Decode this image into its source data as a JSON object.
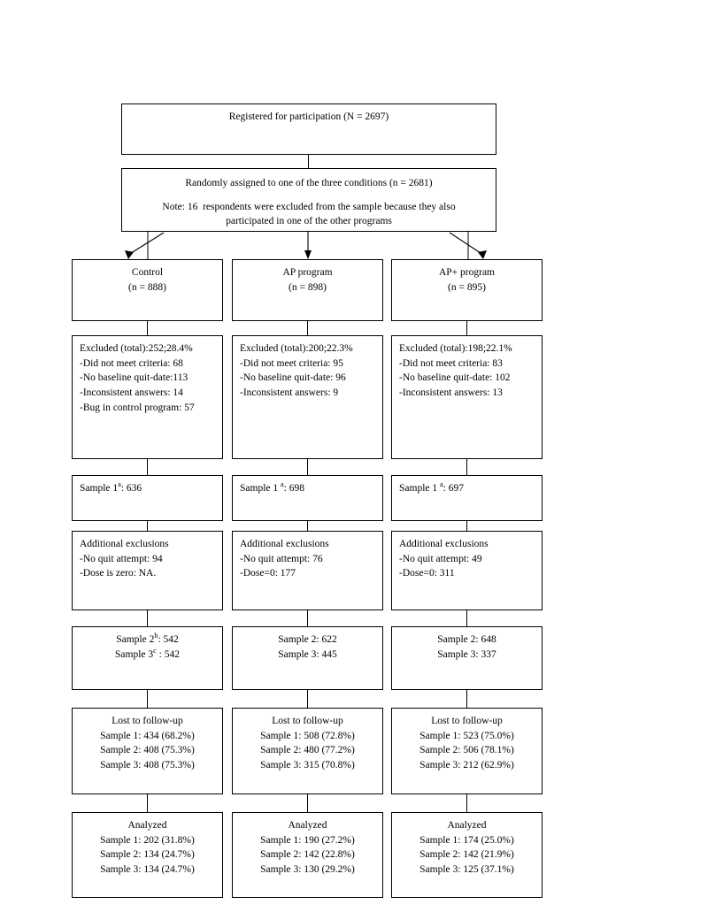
{
  "chart_data": {
    "type": "diagram",
    "title": "CONSORT-style participant flow diagram",
    "nodes": [
      {
        "id": "registered",
        "text": "Registered for participation (N = 2697)"
      },
      {
        "id": "randomized_line1",
        "text": "Randomly assigned to one of the three conditions (n = 2681)"
      },
      {
        "id": "randomized_note",
        "text": "Note: 16  respondents were excluded from the sample because they also participated in one of the other programs"
      }
    ],
    "conditions": [
      "Control",
      "AP program",
      "AP+ program"
    ],
    "n_assigned": [
      888,
      898,
      895
    ],
    "excluded_total": [
      252,
      200,
      198
    ],
    "excluded_pct": [
      28.4,
      22.3,
      22.1
    ],
    "sample1": [
      636,
      698,
      697
    ],
    "sample2": [
      542,
      622,
      648
    ],
    "sample3": [
      542,
      445,
      337
    ],
    "lost_sample1": [
      434,
      508,
      523
    ],
    "lost_sample1_pct": [
      68.2,
      72.8,
      75.0
    ],
    "lost_sample2": [
      408,
      480,
      506
    ],
    "lost_sample2_pct": [
      75.3,
      77.2,
      78.1
    ],
    "lost_sample3": [
      408,
      315,
      212
    ],
    "lost_sample3_pct": [
      75.3,
      70.8,
      62.9
    ],
    "analyzed_sample1": [
      202,
      190,
      174
    ],
    "analyzed_sample1_pct": [
      31.8,
      27.2,
      25.0
    ],
    "analyzed_sample2": [
      134,
      142,
      142
    ],
    "analyzed_sample2_pct": [
      24.7,
      22.8,
      21.9
    ],
    "analyzed_sample3": [
      134,
      130,
      125
    ],
    "analyzed_sample3_pct": [
      24.7,
      29.2,
      37.1
    ]
  },
  "top": {
    "registered": "Registered for participation (N = 2697)",
    "randomized": "Randomly assigned to one of the three conditions (n = 2681)",
    "note_line1": "Note: 16  respondents were excluded from the sample because they also",
    "note_line2": "participated in one of the other programs"
  },
  "columns": [
    {
      "condition_name": "Control",
      "condition_n": "(n = 888)",
      "excluded": [
        "Excluded (total):252;28.4%",
        "-Did not meet criteria: 68",
        "-No baseline quit-date:113",
        "-Inconsistent answers: 14",
        "-Bug in control program: 57"
      ],
      "sample1_prefix": "Sample 1",
      "sample1_sup": "a",
      "sample1_value": ": 636",
      "additional": [
        "Additional exclusions",
        "-No quit attempt: 94",
        "-Dose is zero: NA."
      ],
      "sample23": {
        "line1_prefix": "Sample 2",
        "line1_sup": "b",
        "line1_value": ": 542",
        "line2_prefix": "Sample 3",
        "line2_sup": "c",
        "line2_value": " : 542"
      },
      "lost": [
        "Lost to follow-up",
        "Sample 1: 434 (68.2%)",
        "Sample 2: 408 (75.3%)",
        "Sample 3: 408 (75.3%)"
      ],
      "analyzed": [
        "Analyzed",
        "Sample 1: 202 (31.8%)",
        "Sample 2: 134 (24.7%)",
        "Sample 3: 134 (24.7%)"
      ]
    },
    {
      "condition_name": "AP program",
      "condition_n": "(n = 898)",
      "excluded": [
        "Excluded (total):200;22.3%",
        "-Did not meet criteria: 95",
        "-No baseline quit-date: 96",
        "-Inconsistent answers: 9"
      ],
      "sample1_prefix": "Sample 1 ",
      "sample1_sup": "a",
      "sample1_value": ": 698",
      "additional": [
        "Additional exclusions",
        "-No quit attempt: 76",
        "-Dose=0: 177"
      ],
      "sample23": {
        "line1_prefix": "Sample 2",
        "line1_sup": "",
        "line1_value": ": 622",
        "line2_prefix": "Sample 3",
        "line2_sup": "",
        "line2_value": ": 445"
      },
      "lost": [
        "Lost to follow-up",
        "Sample 1: 508 (72.8%)",
        "Sample 2: 480 (77.2%)",
        "Sample 3: 315 (70.8%)"
      ],
      "analyzed": [
        "Analyzed",
        "Sample 1: 190 (27.2%)",
        "Sample 2: 142 (22.8%)",
        "Sample 3: 130 (29.2%)"
      ]
    },
    {
      "condition_name": "AP+ program",
      "condition_n": "(n = 895)",
      "excluded": [
        "Excluded (total):198;22.1%",
        "-Did not meet criteria: 83",
        "-No baseline quit-date: 102",
        "-Inconsistent answers: 13"
      ],
      "sample1_prefix": "Sample 1 ",
      "sample1_sup": "a",
      "sample1_value": ": 697",
      "additional": [
        "Additional exclusions",
        "-No quit attempt: 49",
        "-Dose=0: 311"
      ],
      "sample23": {
        "line1_prefix": "Sample 2",
        "line1_sup": "",
        "line1_value": ": 648",
        "line2_prefix": "Sample 3",
        "line2_sup": "",
        "line2_value": ": 337"
      },
      "lost": [
        "Lost to follow-up",
        "Sample 1: 523 (75.0%)",
        "Sample 2: 506 (78.1%)",
        "Sample 3: 212 (62.9%)"
      ],
      "analyzed": [
        "Analyzed",
        "Sample 1: 174 (25.0%)",
        "Sample 2: 142 (21.9%)",
        "Sample 3: 125 (37.1%)"
      ]
    }
  ]
}
